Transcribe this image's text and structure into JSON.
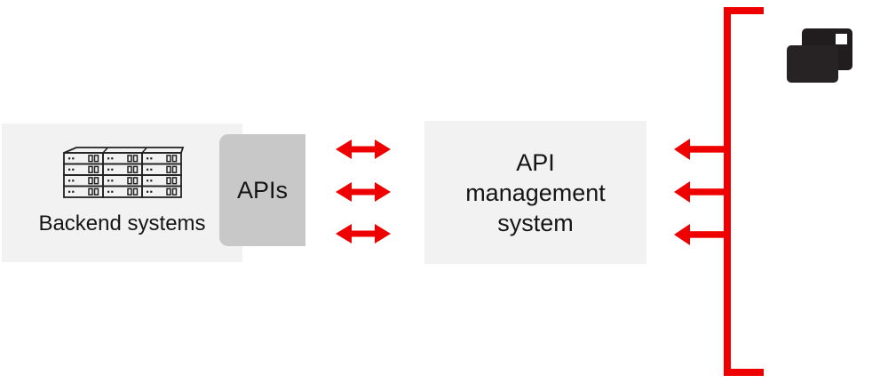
{
  "diagram": {
    "backend": {
      "label": "Backend systems",
      "icon": "server-rack-icon"
    },
    "apis": {
      "label": "APIs"
    },
    "management": {
      "label": "API\nmanagement\nsystem"
    },
    "consumers": {
      "icon": "application-windows-icon",
      "bracket_icon": "consumer-bracket",
      "arrow_icon": "left-arrow",
      "arrow_count": 3
    },
    "link_icon": "bidirectional-arrow",
    "link_count": 3
  },
  "colors": {
    "arrow_red": "#ee0000",
    "panel_light": "#f2f2f2",
    "panel_gray": "#c8c8c8",
    "icon_dark": "#211d1e",
    "text_dark": "#151515",
    "background": "#ffffff"
  }
}
